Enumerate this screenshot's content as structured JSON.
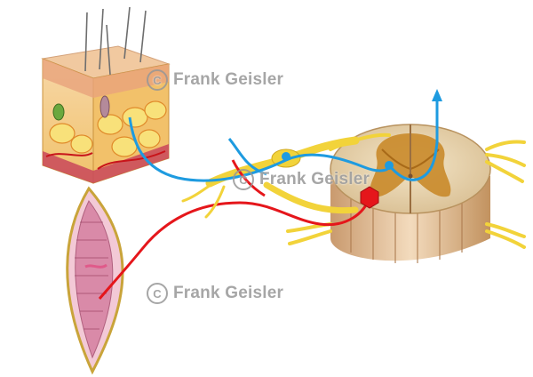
{
  "watermarks": [
    {
      "symbol": "C",
      "text": "Frank Geisler"
    },
    {
      "symbol": "C",
      "text": "Frank Geisler"
    },
    {
      "symbol": "C",
      "text": "Frank Geisler"
    }
  ],
  "colors": {
    "sensory_pathway": "#1e9be0",
    "motor_pathway": "#e5161b",
    "nerve": "#f2d33a",
    "skin": "#f2c46a",
    "spinal_gray": "#c98a2a",
    "spinal_white": "#ecdcc0",
    "muscle": "#d98aa8"
  }
}
